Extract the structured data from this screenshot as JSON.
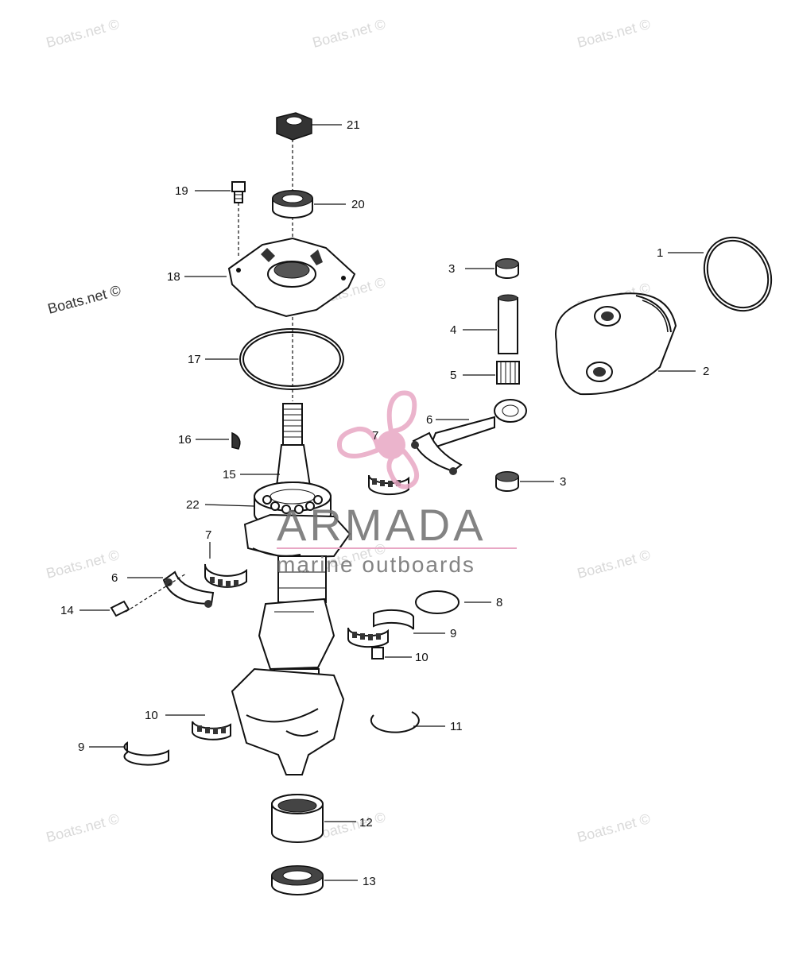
{
  "watermark_text": "Boats.net ©",
  "brand": {
    "name": "ARMADA",
    "tagline": "marine outboards",
    "logo_color": "#e8a7c4",
    "text_color": "#6e6e6e"
  },
  "callouts": {
    "c1": "1",
    "c2": "2",
    "c3a": "3",
    "c3b": "3",
    "c4": "4",
    "c5": "5",
    "c6a": "6",
    "c6b": "6",
    "c7a": "7",
    "c7b": "7",
    "c8": "8",
    "c9a": "9",
    "c9b": "9",
    "c10a": "10",
    "c10b": "10",
    "c11": "11",
    "c12": "12",
    "c13": "13",
    "c14": "14",
    "c15": "15",
    "c16": "16",
    "c17": "17",
    "c18": "18",
    "c19": "19",
    "c20": "20",
    "c21": "21",
    "c22": "22"
  },
  "icons": {
    "piston": "piston-icon",
    "connecting_rod": "connecting-rod-icon",
    "crankshaft": "crankshaft-icon",
    "bearing": "bearing-icon",
    "seal": "seal-icon",
    "nut": "nut-icon"
  }
}
